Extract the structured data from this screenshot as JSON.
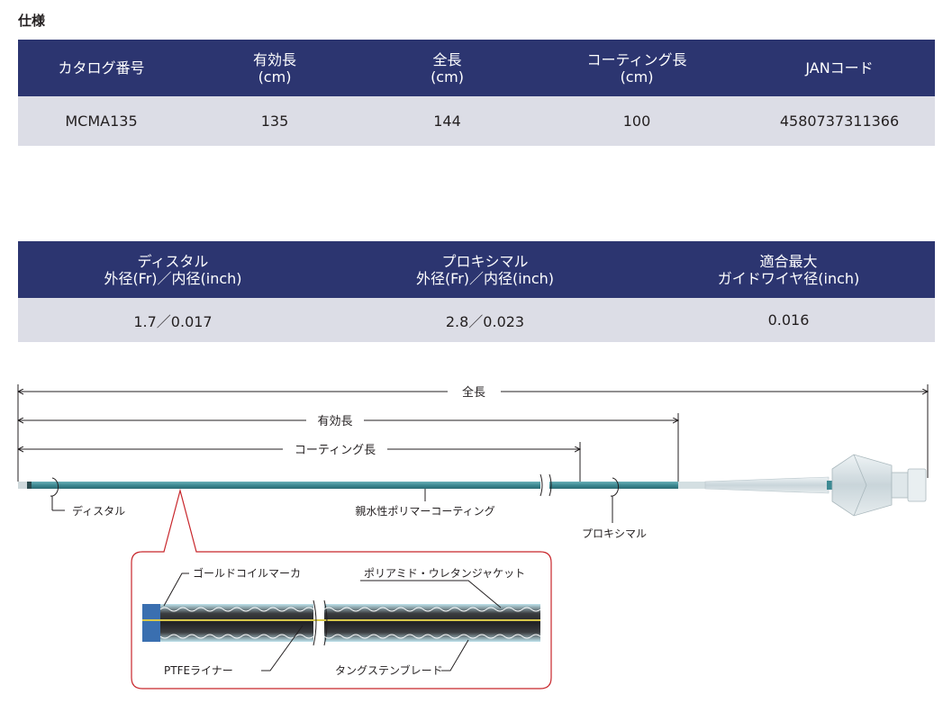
{
  "title": "仕様",
  "spec_table": {
    "headers": [
      [
        "カタログ番号"
      ],
      [
        "有効長",
        "(cm)"
      ],
      [
        "全長",
        "(cm)"
      ],
      [
        "コーティング長",
        "(cm)"
      ],
      [
        "JANコード"
      ]
    ],
    "row": [
      "MCMA135",
      "135",
      "144",
      "100",
      "4580737311366"
    ]
  },
  "diam_table": {
    "headers": [
      [
        "ディスタル",
        "外径(Fr)／内径(inch)"
      ],
      [
        "プロキシマル",
        "外径(Fr)／内径(inch)"
      ],
      [
        "適合最大",
        "ガイドワイヤ径(inch)"
      ]
    ],
    "row": [
      "1.7／0.017",
      "2.8／0.023",
      "0.016"
    ]
  },
  "diagram": {
    "dim_total": "全長",
    "dim_effective": "有効長",
    "dim_coating": "コーティング長",
    "label_distal": "ディスタル",
    "label_coating": "親水性ポリマーコーティング",
    "label_proximal": "プロキシマル",
    "detail_gold_marker": "ゴールドコイルマーカ",
    "detail_jacket": "ポリアミド・ウレタンジャケット",
    "detail_ptfe": "PTFEライナー",
    "detail_braid": "タングステンブレード"
  },
  "colors": {
    "header_bg": "#2c3570",
    "row_bg": "#dcdde6",
    "shaft": "#3d8a93",
    "callout_border": "#c8262b"
  }
}
